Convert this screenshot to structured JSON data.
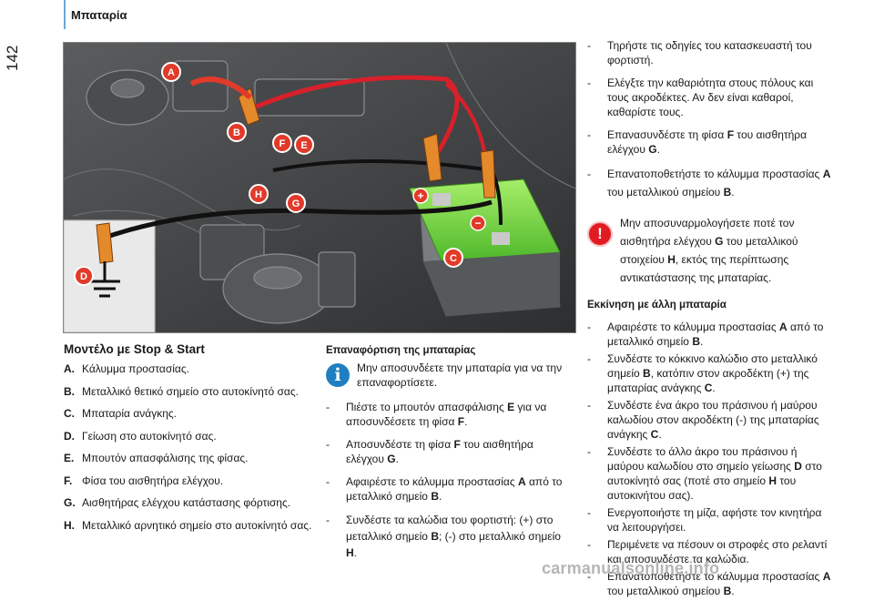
{
  "header": {
    "section_title": "Μπαταρία",
    "page_number": "142"
  },
  "figure": {
    "callouts": [
      "A",
      "B",
      "C",
      "D",
      "E",
      "F",
      "G",
      "H"
    ],
    "terminals": {
      "plus": "+",
      "minus": "−"
    },
    "icons": [
      "battery",
      "jumper-cable",
      "ground-symbol",
      "clamp"
    ],
    "colors": {
      "callout": "#e23a2a",
      "battery_top": "#6fd33a",
      "cable_red": "#d8202a",
      "cable_black": "#111111"
    }
  },
  "model_title": "Μοντέλο με Stop & Start",
  "legend": [
    {
      "key": "A.",
      "text": "Κάλυμμα προστασίας."
    },
    {
      "key": "B.",
      "text": "Μεταλλικό θετικό σημείο στο αυτοκίνητό σας."
    },
    {
      "key": "C.",
      "text": "Μπαταρία ανάγκης."
    },
    {
      "key": "D.",
      "text": "Γείωση στο αυτοκίνητό σας."
    },
    {
      "key": "E.",
      "text": "Μπουτόν απασφάλισης της φίσας."
    },
    {
      "key": "F.",
      "text": "Φίσα του αισθητήρα ελέγχου."
    },
    {
      "key": "G.",
      "text": "Αισθητήρας ελέγχου κατάστασης φόρτισης."
    },
    {
      "key": "H.",
      "text": "Μεταλλικό αρνητικό σημείο στο αυτοκίνητό σας."
    }
  ],
  "recharge": {
    "title": "Επαναφόρτιση της μπαταρίας",
    "info": "Μην αποσυνδέετε την μπαταρία για να την επαναφορτίσετε.",
    "steps": [
      {
        "pre": "Πιέστε το μπουτόν απασφάλισης ",
        "b1": "E",
        "mid": " για να αποσυνδέσετε τη φίσα ",
        "b2": "F",
        "post": "."
      },
      {
        "pre": "Αποσυνδέστε τη φίσα ",
        "b1": "F",
        "mid": " του αισθητήρα ελέγχου ",
        "b2": "G",
        "post": "."
      },
      {
        "pre": "Αφαιρέστε το κάλυμμα προστασίας ",
        "b1": "A",
        "mid": " από το μεταλλικό σημείο ",
        "b2": "B",
        "post": "."
      },
      {
        "pre": "Συνδέστε τα καλώδια του φορτιστή: (+) στο μεταλλικό σημείο ",
        "b1": "B",
        "mid": "; (-) στο μεταλλικό σημείο ",
        "b2": "H",
        "post": "."
      }
    ]
  },
  "right_steps": [
    {
      "pre": "Τηρήστε τις οδηγίες του κατασκευαστή του φορτιστή.",
      "b1": "",
      "mid": "",
      "b2": "",
      "post": ""
    },
    {
      "pre": "Ελέγξτε την καθαριότητα στους πόλους και τους ακροδέκτες. Αν δεν είναι καθαροί, καθαρίστε τους.",
      "b1": "",
      "mid": "",
      "b2": "",
      "post": ""
    },
    {
      "pre": "Επανασυνδέστε τη φίσα ",
      "b1": "F",
      "mid": " του αισθητήρα ελέγχου ",
      "b2": "G",
      "post": "."
    },
    {
      "pre": "Επανατοποθετήστε το κάλυμμα προστασίας ",
      "b1": "A",
      "mid": " του μεταλλικού σημείου ",
      "b2": "B",
      "post": "."
    }
  ],
  "warning": {
    "pre": "Μην αποσυναρμολογήσετε ποτέ τον αισθητήρα ελέγχου ",
    "b1": "G",
    "mid": " του μεταλλικού στοιχείου ",
    "b2": "H",
    "post": ", εκτός της περίπτωσης αντικατάστασης της μπαταρίας."
  },
  "other_battery": {
    "title": "Εκκίνηση με άλλη μπαταρία",
    "steps": [
      {
        "pre": "Αφαιρέστε το κάλυμμα προστασίας ",
        "b1": "A",
        "mid": " από το μεταλλικό σημείο ",
        "b2": "B",
        "post": "."
      },
      {
        "pre": "Συνδέστε το κόκκινο καλώδιο στο μεταλλικό σημείο ",
        "b1": "B",
        "mid": ", κατόπιν στον ακροδέκτη (+) της μπαταρίας ανάγκης ",
        "b2": "C",
        "post": "."
      },
      {
        "pre": "Συνδέστε ένα άκρο του πράσινου ή μαύρου καλωδίου στον ακροδέκτη (-) της μπαταρίας ανάγκης ",
        "b1": "C",
        "mid": "",
        "b2": "",
        "post": "."
      },
      {
        "pre": "Συνδέστε το άλλο άκρο του πράσινου ή μαύρου καλωδίου στο σημείο γείωσης ",
        "b1": "D",
        "mid": " στο αυτοκίνητό σας (ποτέ στο σημείο ",
        "b2": "H",
        "post": " του αυτοκινήτου σας)."
      },
      {
        "pre": "Ενεργοποιήστε τη μίζα, αφήστε τον κινητήρα να λειτουργήσει.",
        "b1": "",
        "mid": "",
        "b2": "",
        "post": ""
      },
      {
        "pre": "Περιμένετε να πέσουν οι στροφές στο ρελαντί και αποσυνδέστε τα καλώδια.",
        "b1": "",
        "mid": "",
        "b2": "",
        "post": ""
      },
      {
        "pre": "Επανατοποθετήστε το κάλυμμα προστασίας ",
        "b1": "A",
        "mid": " του μεταλλικού σημείου ",
        "b2": "B",
        "post": "."
      }
    ]
  },
  "step_dash": "-",
  "footer": {
    "watermark": "carmanualsonline.info"
  }
}
